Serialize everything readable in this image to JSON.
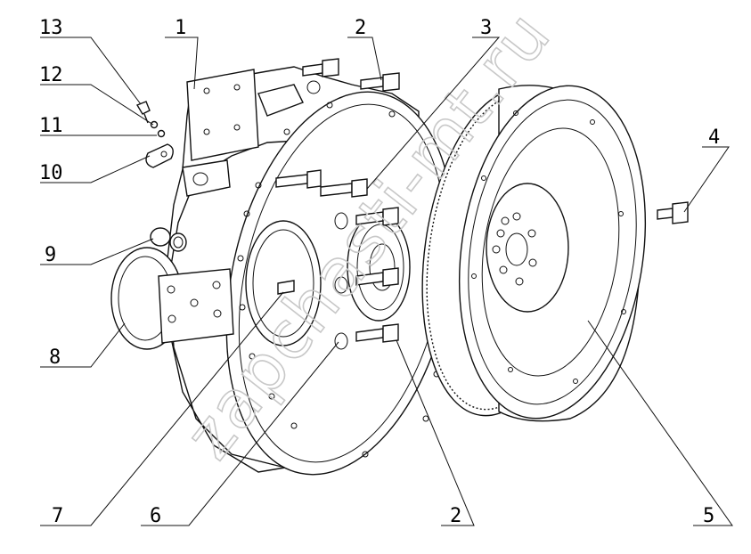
{
  "labels": {
    "p1": "1",
    "p2a": "2",
    "p2b": "2",
    "p3": "3",
    "p4": "4",
    "p5": "5",
    "p6": "6",
    "p7": "7",
    "p8": "8",
    "p9": "9",
    "p10": "10",
    "p11": "11",
    "p12": "12",
    "p13": "13"
  },
  "watermark": "zapchasti-mt.ru"
}
